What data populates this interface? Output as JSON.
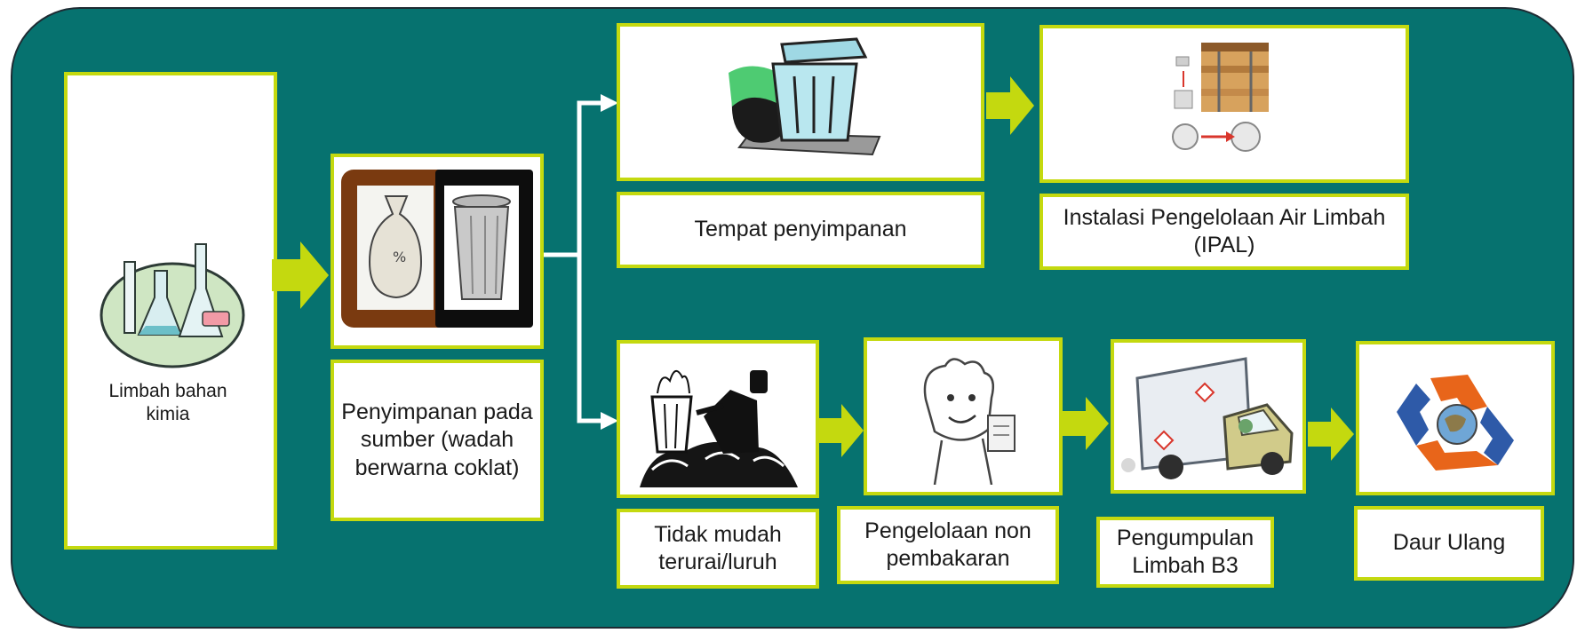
{
  "nodes": {
    "source": {
      "label": "Limbah bahan kimia",
      "icon": "lab-glassware-icon"
    },
    "storage_at_source": {
      "label": "Penyimpanan pada sumber (wadah berwarna coklat)",
      "icon": "waste-bag-and-bin-icon"
    },
    "storage_place": {
      "label": "Tempat penyimpanan",
      "icon": "trash-can-icon"
    },
    "ipal": {
      "label": "Instalasi Pengelolaan Air Limbah (IPAL)",
      "icon": "wastewater-plant-icon"
    },
    "non_degradable": {
      "label": "Tidak mudah terurai/luruh",
      "icon": "person-dumping-waste-icon"
    },
    "non_combustion": {
      "label": "Pengelolaan non pembakaran",
      "icon": "cartoon-person-icon"
    },
    "collection": {
      "label": "Pengumpulan Limbah B3",
      "icon": "waste-truck-icon"
    },
    "recycle": {
      "label": "Daur Ulang",
      "icon": "recycle-icon"
    }
  },
  "colors": {
    "panel": "#06726f",
    "box_border": "#c4d90f",
    "arrow": "#c4d90f",
    "connector": "#ffffff"
  }
}
